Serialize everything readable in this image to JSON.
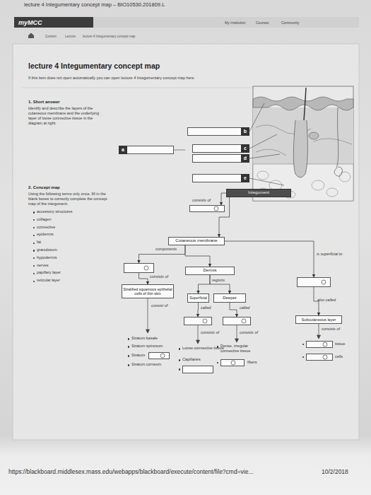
{
  "diagram": {
    "title": "lecture 4 Integumentary concept map",
    "nodes": [
      {
        "text": [
          "b"
        ]
      },
      {
        "text": [
          "a"
        ]
      },
      {
        "text": [
          "c"
        ]
      },
      {
        "text": [
          "d"
        ]
      },
      {
        "text": [
          "e"
        ]
      },
      {
        "text": [
          "Integument"
        ]
      },
      {
        "text": []
      },
      {
        "text": [
          "Cutaneous membrane"
        ]
      },
      {
        "text": []
      },
      {
        "text": [
          "Dermis"
        ]
      },
      {
        "text": []
      },
      {
        "text": [
          "Stratified squamous epithelial cells of thin skin"
        ]
      },
      {
        "text": [
          "Superficial"
        ]
      },
      {
        "text": [
          "Deeper"
        ]
      },
      {
        "text": [
          "Subcutaneous layer"
        ]
      },
      {
        "text": []
      },
      {
        "text": []
      },
      {
        "text": []
      },
      {
        "text": []
      },
      {
        "text": []
      },
      {
        "text": []
      },
      {
        "text": []
      }
    ],
    "edges": [
      {
        "from": 5,
        "to": 6,
        "label": "consists of",
        "arrow": "to"
      },
      {
        "from": 5,
        "to": 7,
        "arrow": "to"
      },
      {
        "from": 7,
        "to": 8,
        "label": "components",
        "arrow": "to"
      },
      {
        "from": 7,
        "to": 9,
        "arrow": "to"
      },
      {
        "from": 7,
        "to": 10,
        "label": "is superficial to",
        "arrow": "to"
      },
      {
        "from": 8,
        "to": 11,
        "label": "consists of",
        "arrow": "to"
      },
      {
        "from": 9,
        "to": 12,
        "label": "regions",
        "arrow": "to"
      },
      {
        "from": 9,
        "to": 13,
        "arrow": "to"
      },
      {
        "from": 12,
        "to": 15,
        "label": "called",
        "arrow": "to"
      },
      {
        "from": 13,
        "to": 16,
        "label": "called",
        "arrow": "to"
      },
      {
        "from": 10,
        "to": 14,
        "label": "also called",
        "arrow": "to"
      }
    ],
    "labels": [
      "lecture 4 Integumentary concept map – BIO10530.201809.L",
      "myMCC",
      "My Institution",
      "Courses",
      "Community",
      "Content",
      "Lecture",
      "lecture 4 Integumentary concept map",
      "If this item does not open automatically you can open lecture 4 Integumentary concept map here",
      "1. Short answer",
      "Identify and describe the layers of the cutaneous membrane and the underlying layer of loose connective tissue in the diagram at right.",
      "2. Concept map",
      "Using the following terms only once, fill in the blank boxes to correctly complete the concept map of the integument.",
      "accessory structures",
      "collagen",
      "connective",
      "epidermis",
      "fat",
      "granulosum",
      "hypodermis",
      "nerves",
      "papillary layer",
      "reticular layer",
      "consist of",
      "Stratum basale",
      "Stratum spinosum",
      "Stratum",
      "Stratum corneum",
      "consists of",
      "Loose connective tissue",
      "Capillaries",
      "consists of",
      "Dense, irregular connective tissue",
      "fibers",
      "consists of",
      "tissue",
      "cells",
      "https://blackboard.middlesex.mass.edu/webapps/blackboard/execute/content/file?cmd=vie...",
      "10/2/2018"
    ]
  }
}
